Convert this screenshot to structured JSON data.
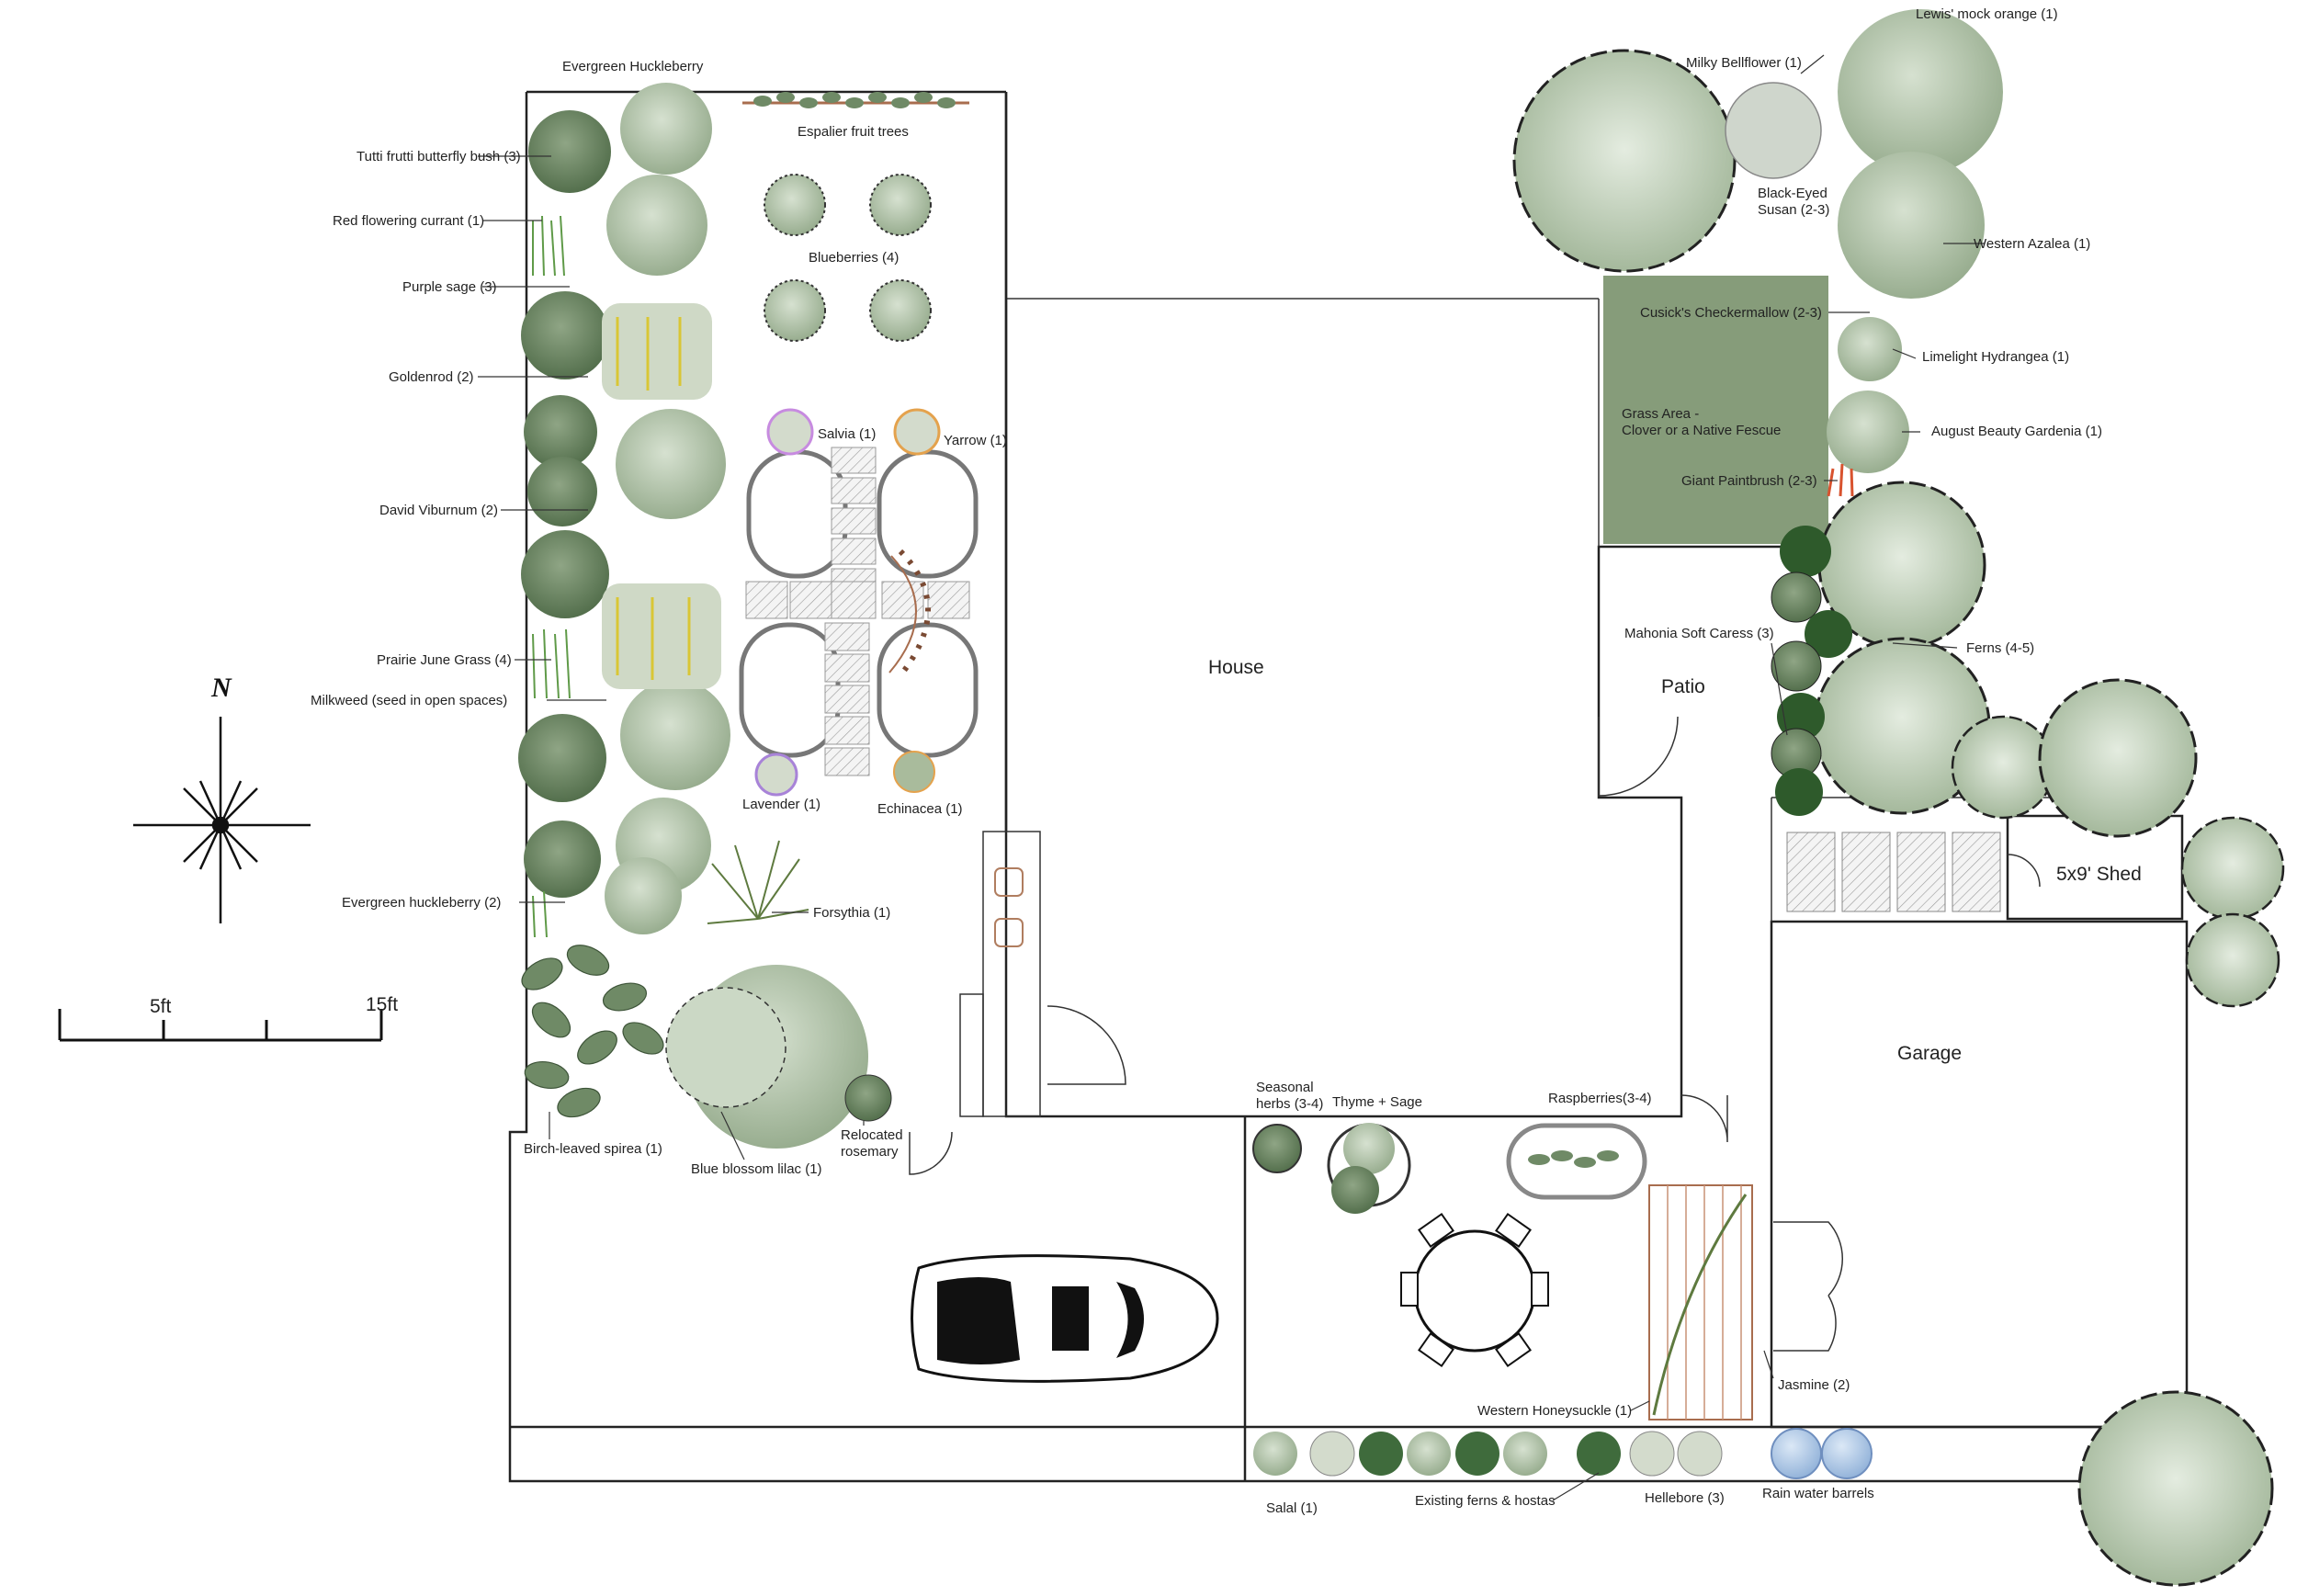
{
  "rooms": {
    "house": "House",
    "patio": "Patio",
    "garage": "Garage",
    "shed": "5x9' Shed",
    "grass": [
      "Grass Area -",
      "Clover or a Native Fescue"
    ]
  },
  "compass": {
    "north": "N"
  },
  "scale": {
    "mid": "5ft",
    "end": "15ft"
  },
  "labels": {
    "evergreen_huckleberry_top": "Evergreen Huckleberry",
    "tutti_frutti": "Tutti frutti butterfly bush (3)",
    "red_currant": "Red flowering currant (1)",
    "purple_sage": "Purple sage (3)",
    "goldenrod": "Goldenrod (2)",
    "david_viburnum": "David Viburnum (2)",
    "prairie_june": "Prairie June Grass (4)",
    "milkweed": "Milkweed (seed in open spaces)",
    "evergreen_huckleberry_2": "Evergreen huckleberry (2)",
    "birch_spirea": "Birch-leaved spirea (1)",
    "blue_lilac": "Blue blossom lilac (1)",
    "rosemary": [
      "Relocated",
      "rosemary"
    ],
    "forsythia": "Forsythia (1)",
    "espalier": "Espalier fruit trees",
    "blueberries": "Blueberries (4)",
    "salvia": "Salvia (1)",
    "yarrow": "Yarrow (1)",
    "lavender": "Lavender (1)",
    "echinacea": "Echinacea (1)",
    "milky_bellflower": "Milky Bellflower (1)",
    "lewis_mock_orange": "Lewis' mock orange (1)",
    "black_eyed_susan": [
      "Black-Eyed",
      "Susan (2-3)"
    ],
    "western_azalea": "Western Azalea (1)",
    "cusicks": "Cusick's Checkermallow (2-3)",
    "limelight": "Limelight Hydrangea (1)",
    "august_gardenia": "August Beauty Gardenia (1)",
    "giant_paintbrush": "Giant Paintbrush (2-3)",
    "mahonia": "Mahonia Soft Caress (3)",
    "ferns": "Ferns (4-5)",
    "seasonal_herbs": [
      "Seasonal",
      "herbs (3-4)"
    ],
    "thyme_sage": "Thyme + Sage",
    "raspberries": "Raspberries(3-4)",
    "jasmine": "Jasmine (2)",
    "western_honeysuckle": "Western Honeysuckle (1)",
    "salal": "Salal (1)",
    "existing_ferns": "Existing ferns & hostas",
    "hellebore": "Hellebore (3)",
    "rain_barrels": "Rain water barrels"
  },
  "colors": {
    "foliage_light": "#c9d5c2",
    "foliage_mid": "#a5b99d",
    "foliage_dark": "#6f8a66",
    "fern": "#3f6b3c",
    "grass_area": "#869c7a",
    "barrel": "#a9c3e3",
    "trellis": "#a86d4e",
    "path": "#e6e6e6"
  }
}
